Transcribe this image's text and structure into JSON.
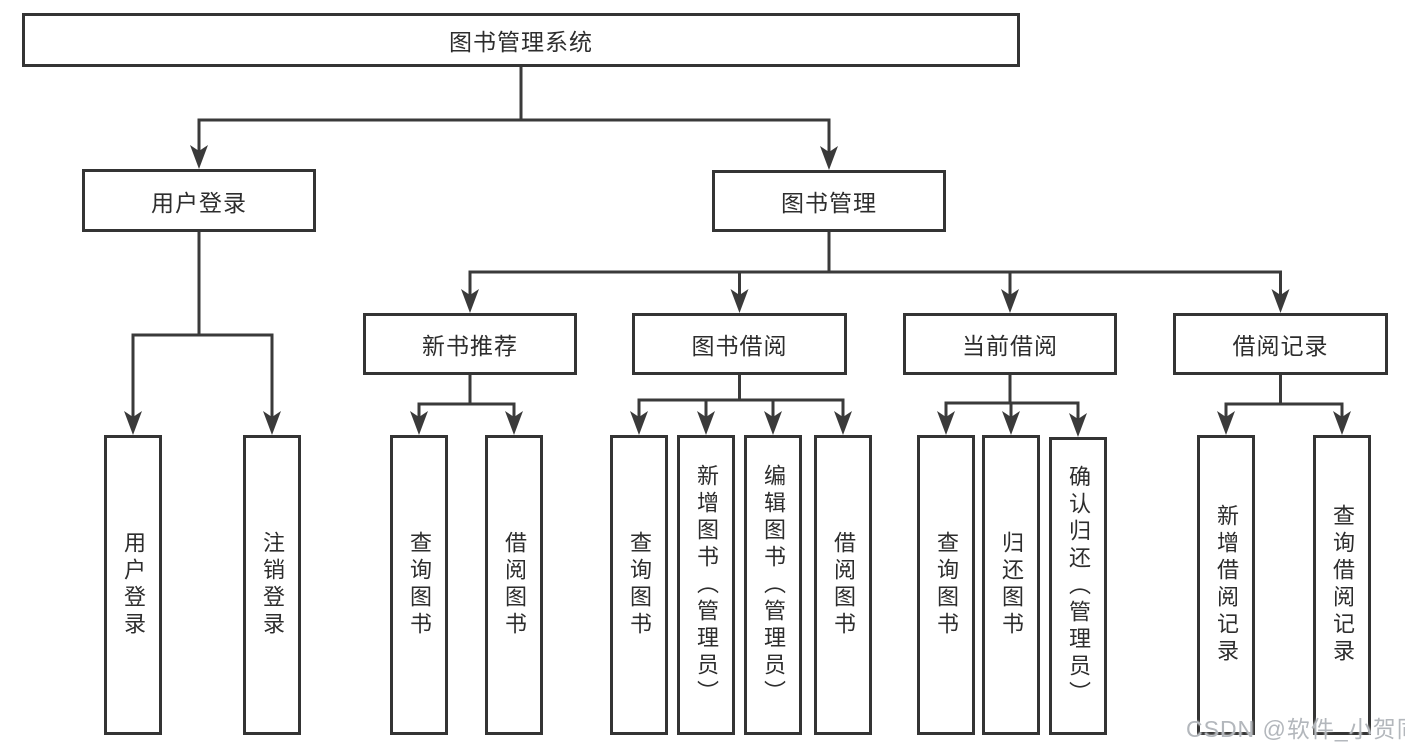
{
  "diagram": {
    "root": {
      "label": "图书管理系统"
    },
    "branches": [
      {
        "label": "用户登录",
        "children": [
          {
            "label": "用户登录"
          },
          {
            "label": "注销登录"
          }
        ]
      },
      {
        "label": "图书管理",
        "children": [
          {
            "label": "新书推荐",
            "children": [
              {
                "label": "查询图书"
              },
              {
                "label": "借阅图书"
              }
            ]
          },
          {
            "label": "图书借阅",
            "children": [
              {
                "label": "查询图书"
              },
              {
                "label": "新增图书（管理员）"
              },
              {
                "label": "编辑图书（管理员）"
              },
              {
                "label": "借阅图书"
              }
            ]
          },
          {
            "label": "当前借阅",
            "children": [
              {
                "label": "查询图书"
              },
              {
                "label": "归还图书"
              },
              {
                "label": "确认归还（管理员）"
              }
            ]
          },
          {
            "label": "借阅记录",
            "children": [
              {
                "label": "新增借阅记录"
              },
              {
                "label": "查询借阅记录"
              }
            ]
          }
        ]
      }
    ]
  },
  "watermark": {
    "text": "CSDN @软件_小贺同学"
  },
  "colors": {
    "line": "#3a3a3a",
    "border": "#343434",
    "text": "#2d2d2d",
    "watermark": "#b3b7bc",
    "background": "#ffffff"
  }
}
